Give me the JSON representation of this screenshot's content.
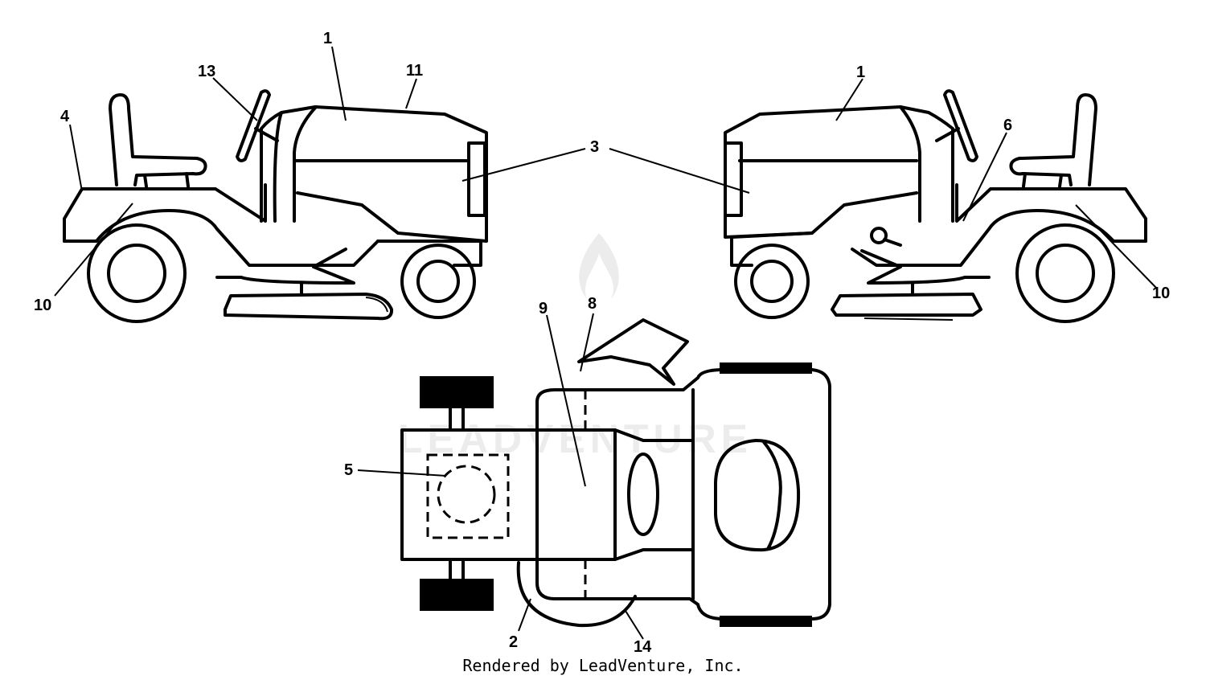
{
  "callouts": {
    "c1a": "1",
    "c1b": "1",
    "c2": "2",
    "c3": "3",
    "c4": "4",
    "c5": "5",
    "c6": "6",
    "c8": "8",
    "c9": "9",
    "c10a": "10",
    "c10b": "10",
    "c11": "11",
    "c13": "13",
    "c14": "14"
  },
  "watermark": "LEADVENTURE",
  "footer": "Rendered by LeadVenture, Inc."
}
